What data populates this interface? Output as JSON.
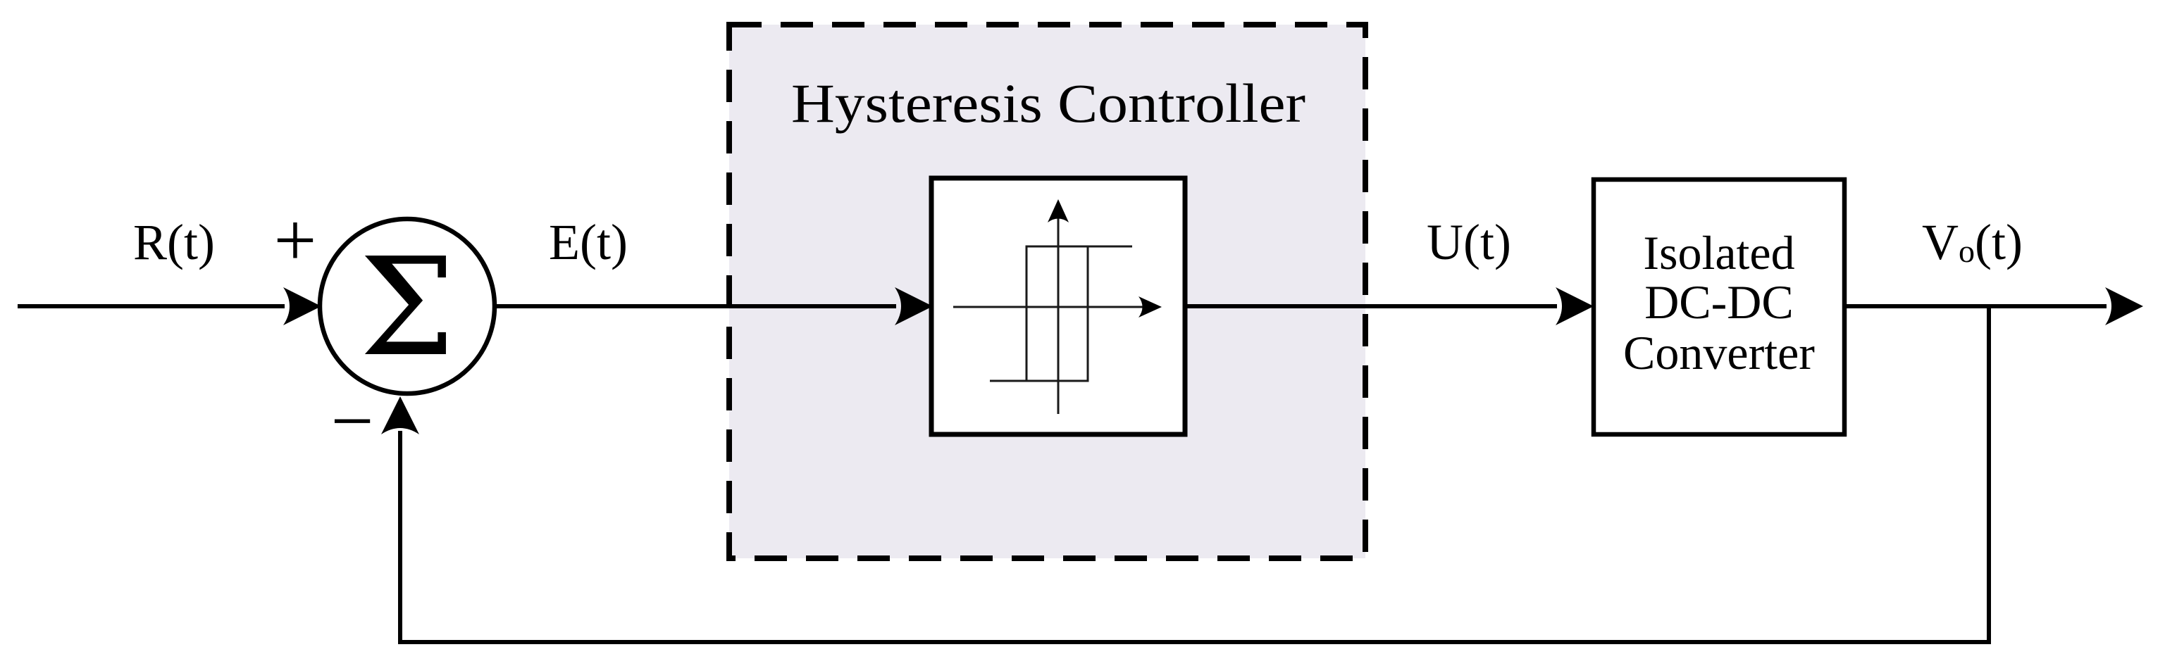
{
  "diagram": {
    "kind": "feedback-control-block-diagram",
    "hysteresis_region": {
      "title": "Hysteresis Controller"
    },
    "signals": {
      "input": "R(t)",
      "error": "E(t)",
      "control": "U(t)",
      "output_main": "V",
      "output_sub": "o",
      "output_tail": "(t)"
    },
    "summer": {
      "sigma": "Σ",
      "plus": "+",
      "minus": "−"
    },
    "converter": {
      "line1": "Isolated",
      "line2": "DC-DC",
      "line3": "Converter"
    },
    "colors": {
      "stroke": "#000000",
      "region_fill": "#ECEAF1",
      "block_fill": "#FFFFFF",
      "background": "#FFFFFF"
    }
  }
}
